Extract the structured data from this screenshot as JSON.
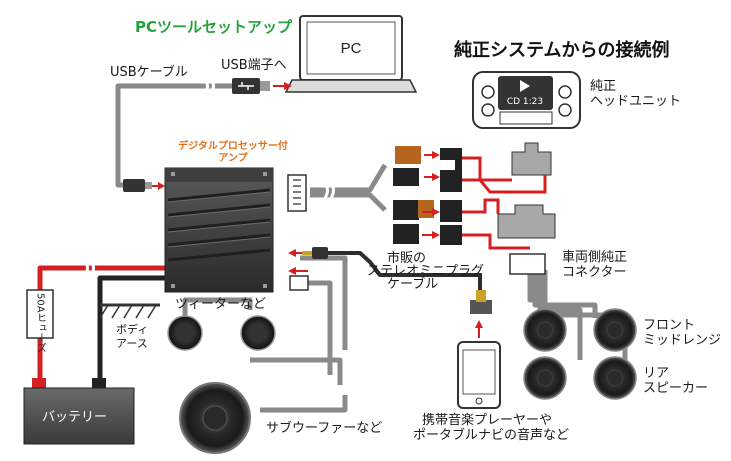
{
  "title": "純正システムからの接続例",
  "pc_tool": "PCツールセットアップ",
  "pc_label": "PC",
  "usb_cable": "USBケーブル",
  "usb_port": "USB端子へ",
  "amp_label_line1": "デジタルプロセッサー付",
  "amp_label_line2": "アンプ",
  "fuse": "50Aヒューズ",
  "body_earth": [
    "ボディ",
    "アース"
  ],
  "tweeter": "ツィーターなど",
  "battery": "バッテリー",
  "subwoofer": "サブウーファーなど",
  "stereo_cable": [
    "市販の",
    "ステレオミニプラグ",
    "ケーブル"
  ],
  "player": [
    "携帯音楽プレーヤーや",
    "ポータブルナビの音声など"
  ],
  "head_unit": [
    "純正",
    "ヘッドユニット"
  ],
  "head_unit_screen": "CD 1:23",
  "car_connector": [
    "車両側純正",
    "コネクター"
  ],
  "front_speakers": [
    "フロント",
    "ミッドレンジ"
  ],
  "rear_speakers": [
    "リア",
    "スピーカー"
  ],
  "colors": {
    "red": "#d42020",
    "gray": "#8a8a8a",
    "green": "#22a33a",
    "orange": "#e0701a"
  }
}
